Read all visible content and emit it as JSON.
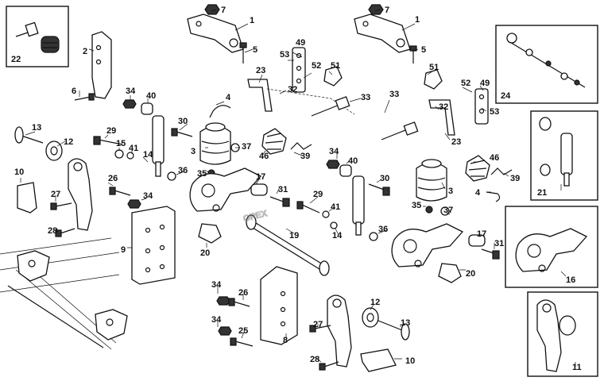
{
  "watermark": "OPEX",
  "labels": [
    {
      "id": "l7a",
      "text": "7"
    },
    {
      "id": "l1a",
      "text": "1"
    },
    {
      "id": "l5a",
      "text": "5"
    },
    {
      "id": "l7b",
      "text": "7"
    },
    {
      "id": "l1b",
      "text": "1"
    },
    {
      "id": "l5b",
      "text": "5"
    },
    {
      "id": "l22",
      "text": "22"
    },
    {
      "id": "l2",
      "text": "2"
    },
    {
      "id": "l6",
      "text": "6"
    },
    {
      "id": "l49a",
      "text": "49"
    },
    {
      "id": "l53a",
      "text": "53"
    },
    {
      "id": "l52a",
      "text": "52"
    },
    {
      "id": "l51a",
      "text": "51"
    },
    {
      "id": "l23a",
      "text": "23"
    },
    {
      "id": "l32a",
      "text": "32"
    },
    {
      "id": "l33a",
      "text": "33"
    },
    {
      "id": "l33b",
      "text": "33"
    },
    {
      "id": "l51b",
      "text": "51"
    },
    {
      "id": "l52b",
      "text": "52"
    },
    {
      "id": "l49b",
      "text": "49"
    },
    {
      "id": "l32b",
      "text": "32"
    },
    {
      "id": "l53b",
      "text": "53"
    },
    {
      "id": "l23b",
      "text": "23"
    },
    {
      "id": "l24",
      "text": "24"
    },
    {
      "id": "l34a",
      "text": "34"
    },
    {
      "id": "l40a",
      "text": "40"
    },
    {
      "id": "l4a",
      "text": "4"
    },
    {
      "id": "l13a",
      "text": "13"
    },
    {
      "id": "l12a",
      "text": "12"
    },
    {
      "id": "l29a",
      "text": "29"
    },
    {
      "id": "l15",
      "text": "15"
    },
    {
      "id": "l41a",
      "text": "41"
    },
    {
      "id": "l14a",
      "text": "14"
    },
    {
      "id": "l30a",
      "text": "30"
    },
    {
      "id": "l3a",
      "text": "3"
    },
    {
      "id": "l37a",
      "text": "37"
    },
    {
      "id": "l46a",
      "text": "46"
    },
    {
      "id": "l39a",
      "text": "39"
    },
    {
      "id": "l36a",
      "text": "36"
    },
    {
      "id": "l35a",
      "text": "35"
    },
    {
      "id": "l17a",
      "text": "17"
    },
    {
      "id": "l31a",
      "text": "31"
    },
    {
      "id": "l29b",
      "text": "29"
    },
    {
      "id": "l41b",
      "text": "41"
    },
    {
      "id": "l14b",
      "text": "14"
    },
    {
      "id": "l34b",
      "text": "34"
    },
    {
      "id": "l40b",
      "text": "40"
    },
    {
      "id": "l30b",
      "text": "30"
    },
    {
      "id": "l3b",
      "text": "3"
    },
    {
      "id": "l35b",
      "text": "35"
    },
    {
      "id": "l37b",
      "text": "37"
    },
    {
      "id": "l36b",
      "text": "36"
    },
    {
      "id": "l46b",
      "text": "46"
    },
    {
      "id": "l39b",
      "text": "39"
    },
    {
      "id": "l4b",
      "text": "4"
    },
    {
      "id": "l21",
      "text": "21"
    },
    {
      "id": "l10a",
      "text": "10"
    },
    {
      "id": "l27a",
      "text": "27"
    },
    {
      "id": "l26a",
      "text": "26"
    },
    {
      "id": "l34c",
      "text": "34"
    },
    {
      "id": "l28a",
      "text": "28"
    },
    {
      "id": "l9",
      "text": "9"
    },
    {
      "id": "l20a",
      "text": "20"
    },
    {
      "id": "l19",
      "text": "19"
    },
    {
      "id": "l17b",
      "text": "17"
    },
    {
      "id": "l31b",
      "text": "31"
    },
    {
      "id": "l20b",
      "text": "20"
    },
    {
      "id": "l16",
      "text": "16"
    },
    {
      "id": "l34d",
      "text": "34"
    },
    {
      "id": "l26b",
      "text": "26"
    },
    {
      "id": "l34e",
      "text": "34"
    },
    {
      "id": "l25",
      "text": "25"
    },
    {
      "id": "l8",
      "text": "8"
    },
    {
      "id": "l12b",
      "text": "12"
    },
    {
      "id": "l13b",
      "text": "13"
    },
    {
      "id": "l27b",
      "text": "27"
    },
    {
      "id": "l28b",
      "text": "28"
    },
    {
      "id": "l10b",
      "text": "10"
    },
    {
      "id": "l11",
      "text": "11"
    }
  ]
}
